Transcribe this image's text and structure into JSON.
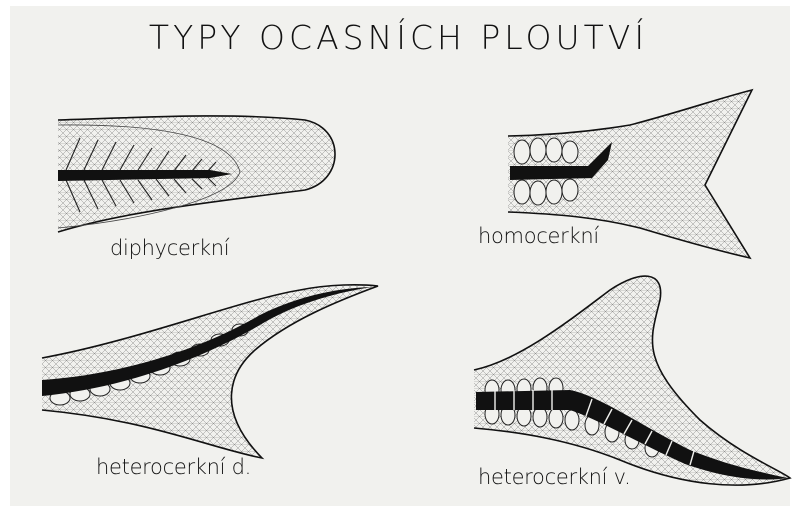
{
  "title": "TYPY OCASNÍCH PLOUTVÍ",
  "labels": {
    "diphycercal": "diphycerkní",
    "homocercal": "homocerkní",
    "heterocercal_d": "heterocerkní d.",
    "heterocercal_v": "heterocerkní v."
  },
  "colors": {
    "paper": "#f1f1ee",
    "ink": "#111111"
  }
}
